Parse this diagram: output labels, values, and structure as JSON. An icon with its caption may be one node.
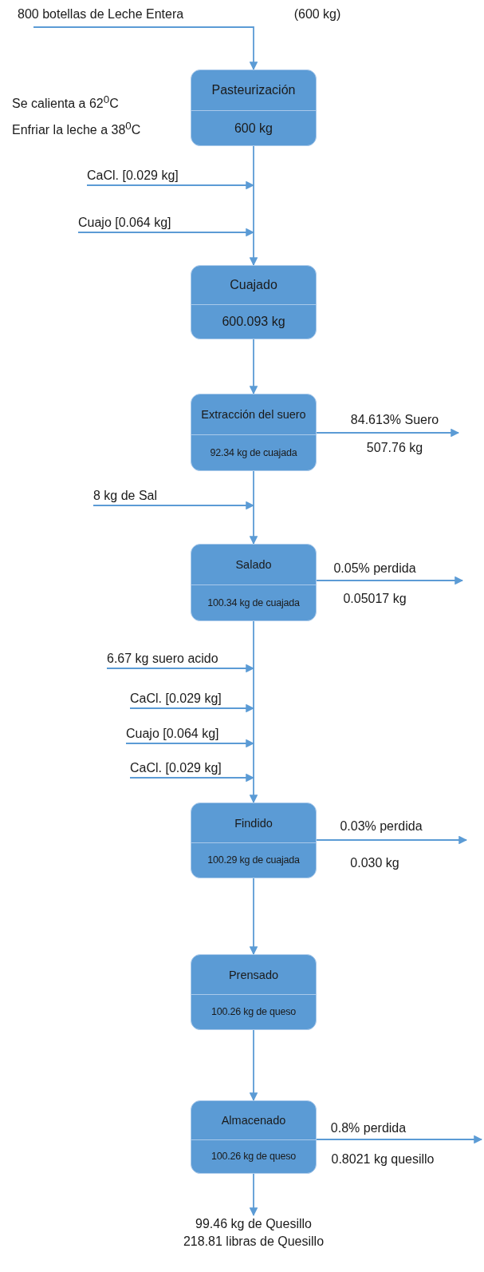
{
  "diagram": {
    "nodes": [
      {
        "text": [
          "800 botellas de Leche Entera"
        ]
      },
      {
        "text": [
          "Pasteurización",
          "600 kg"
        ],
        "beside": [
          "Se calienta a 62$^{0}$C",
          "Enfriar la leche a 38$^{0}$C"
        ]
      },
      {
        "text": [
          "CaCl. [0.029 kg]"
        ]
      },
      {
        "text": [
          "Cuajo [0.064 kg]"
        ]
      },
      {
        "text": [
          "Cuajado",
          "600.093 kg"
        ]
      },
      {
        "text": [
          "Extracción del suero",
          "92.34 kg de cuajada"
        ]
      },
      {
        "text": [
          "8 kg de Sal"
        ]
      },
      {
        "text": [
          "Salado",
          "100.34 kg de cuajada"
        ]
      },
      {
        "text": [
          "6.67 kg suero acido"
        ]
      },
      {
        "text": [
          "CaCl. [0.029 kg]"
        ]
      },
      {
        "text": [
          "Cuajo [0.064 kg]"
        ]
      },
      {
        "text": [
          "CaCl. [0.029 kg]"
        ]
      },
      {
        "text": [
          "Findido",
          "100.29 kg de cuajada"
        ]
      },
      {
        "text": [
          "Prensado",
          "100.26 kg de queso"
        ]
      },
      {
        "text": [
          "Almacenado",
          "100.26 kg de queso"
        ]
      },
      {
        "text": [
          "99.46 kg de Quesillo",
          "218.81 libras de Quesillo"
        ]
      }
    ],
    "edges": [
      {
        "from": 0,
        "to": 1,
        "arrow": "to"
      },
      {
        "from": 1,
        "to": 4,
        "arrow": "to"
      },
      {
        "from": 2,
        "to": null,
        "arrow": "to"
      },
      {
        "from": 3,
        "to": null,
        "arrow": "to"
      },
      {
        "from": 4,
        "to": 5,
        "arrow": "to"
      },
      {
        "from": 5,
        "to": null,
        "arrow": "to",
        "label": "84.613%  Suero"
      },
      {
        "from": 6,
        "to": null,
        "arrow": "to"
      },
      {
        "from": 5,
        "to": 7,
        "arrow": "to"
      },
      {
        "from": 7,
        "to": null,
        "arrow": "to",
        "label": "0.05% perdida"
      },
      {
        "from": 8,
        "to": null,
        "arrow": "to"
      },
      {
        "from": 9,
        "to": null,
        "arrow": "to"
      },
      {
        "from": 10,
        "to": null,
        "arrow": "to"
      },
      {
        "from": 11,
        "to": null,
        "arrow": "to"
      },
      {
        "from": 7,
        "to": 12,
        "arrow": "to"
      },
      {
        "from": 12,
        "to": null,
        "arrow": "to",
        "label": "0.03% perdida"
      },
      {
        "from": 12,
        "to": 13,
        "arrow": "to"
      },
      {
        "from": 13,
        "to": 14,
        "arrow": "to"
      },
      {
        "from": 14,
        "to": null,
        "arrow": "to",
        "label": "0.8% perdida"
      },
      {
        "from": 14,
        "to": 15,
        "arrow": "to"
      }
    ],
    "labels": [
      "(600 kg)",
      "507.76 kg",
      "0.05017 kg",
      "0.030 kg",
      "0.8021 kg quesillo"
    ]
  }
}
